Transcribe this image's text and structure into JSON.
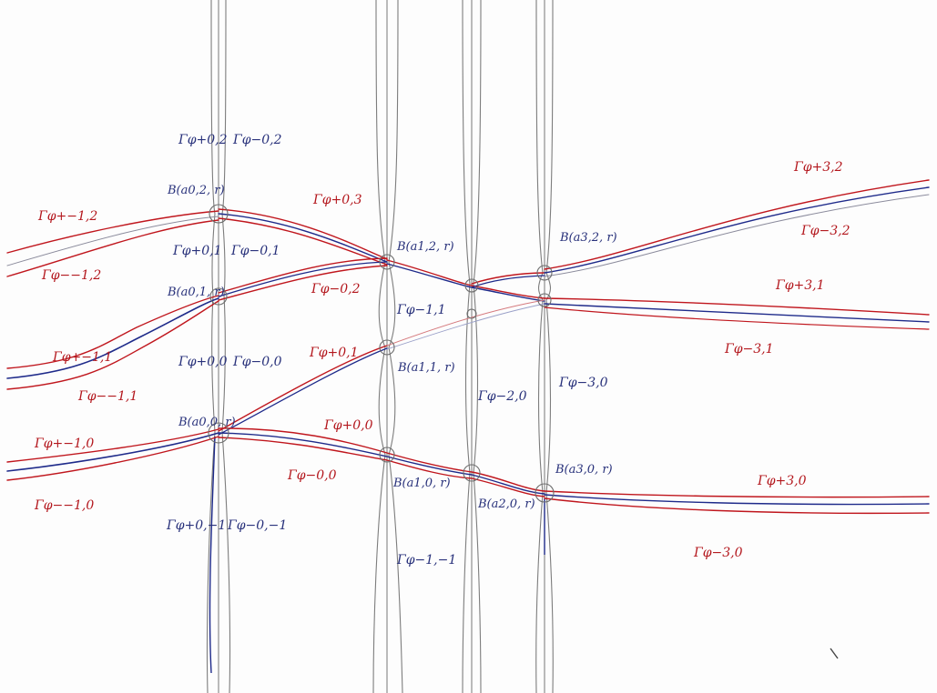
{
  "colors": {
    "red": "#c0161d",
    "blue": "#1e2a8a",
    "grey": "#7a7a7a",
    "ink": "#27307a"
  },
  "balls": [
    "B(a0,2, r)",
    "B(a0,1, r)",
    "B(a0,0, r)",
    "B(a1,2, r)",
    "B(a1,1, r)",
    "B(a1,0, r)",
    "B(a2,0, r)",
    "B(a3,2, r)",
    "B(a3,0, r)"
  ],
  "vertical_labels": [
    "Γφ+0,2",
    "Γφ−0,2",
    "Γφ+0,1",
    "Γφ−0,1",
    "Γφ+0,0",
    "Γφ−0,0",
    "Γφ+0,−1",
    "Γφ−0,−1",
    "Γφ−1,1",
    "Γφ−2,0",
    "Γφ−3,0",
    "Γφ−1,−1"
  ],
  "horizontal_labels": [
    "Γφ+−1,2",
    "Γφ−−1,2",
    "Γφ+−1,1",
    "Γφ−−1,1",
    "Γφ+−1,0",
    "Γφ−−1,0",
    "Γφ+0,3",
    "Γφ−0,2",
    "Γφ+0,1",
    "Γφ+0,0",
    "Γφ−0,0",
    "Γφ+3,2",
    "Γφ−3,2",
    "Γφ+3,1",
    "Γφ−3,1",
    "Γφ+3,0",
    "Γφ−3,0"
  ]
}
